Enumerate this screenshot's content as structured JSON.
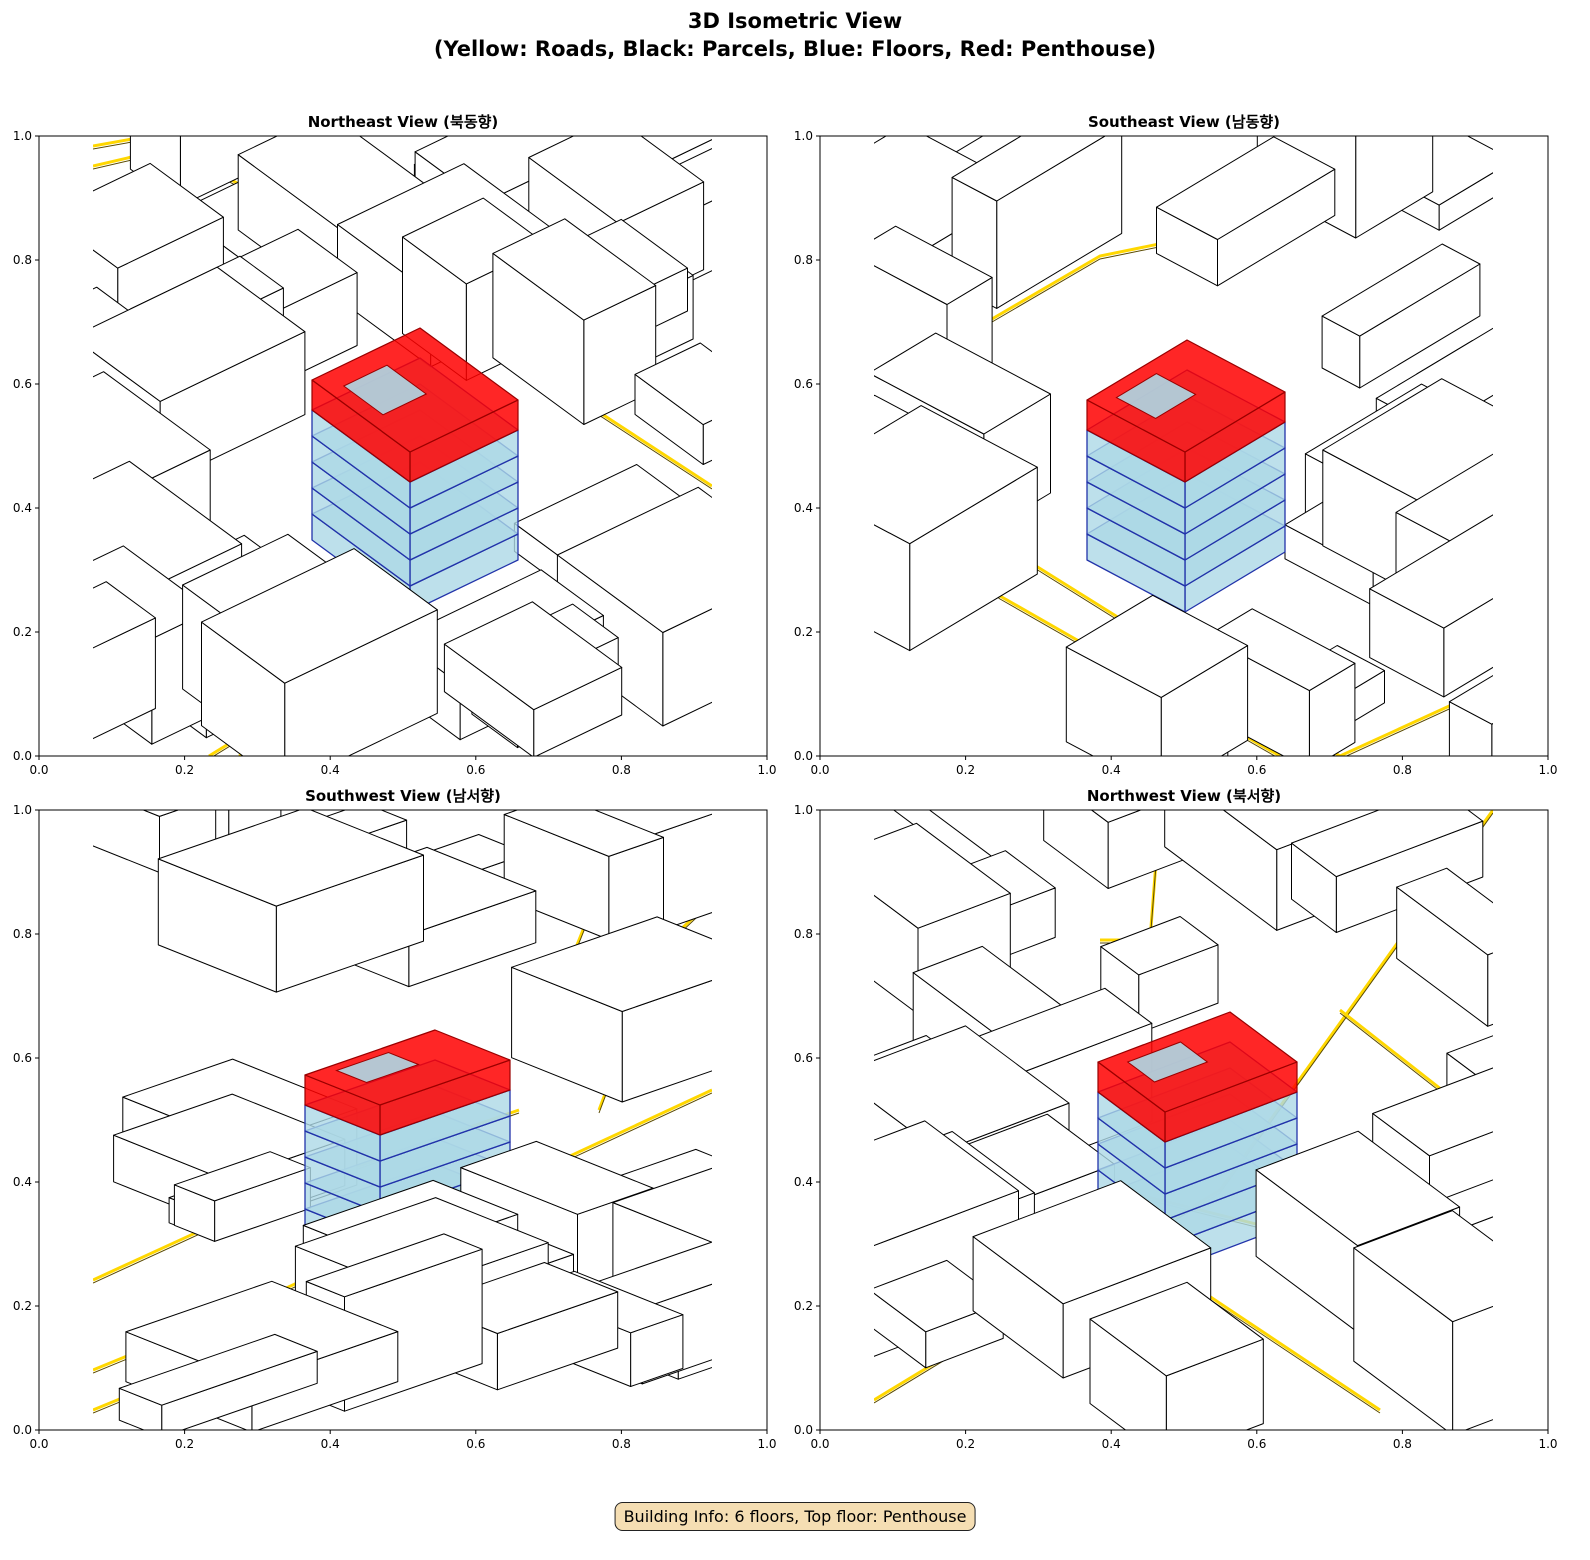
{
  "chart_data": {
    "type": "3d-isometric",
    "title": "3D Isometric View",
    "subtitle": "(Yellow: Roads, Black: Parcels, Blue: Floors, Red: Penthouse)",
    "legend": {
      "roads": "Yellow",
      "parcels": "Black",
      "floors": "Blue",
      "penthouse": "Red"
    },
    "colors": {
      "road": "#FFD700",
      "road_edge": "#5a4a00",
      "parcel": "#000000",
      "floor_fill": "#add8e6",
      "floor_edge": "#2233aa",
      "penthouse": "#ff0000"
    },
    "subplots": [
      {
        "title": "Northeast View (북동향)",
        "xlim": [
          0,
          1
        ],
        "ylim": [
          0,
          1
        ]
      },
      {
        "title": "Southeast View (남동향)",
        "xlim": [
          0,
          1
        ],
        "ylim": [
          0,
          1
        ]
      },
      {
        "title": "Southwest View (남서향)",
        "xlim": [
          0,
          1
        ],
        "ylim": [
          0,
          1
        ]
      },
      {
        "title": "Northwest View (북서향)",
        "xlim": [
          0,
          1
        ],
        "ylim": [
          0,
          1
        ]
      }
    ],
    "xticks": [
      "0.0",
      "0.2",
      "0.4",
      "0.6",
      "0.8",
      "1.0"
    ],
    "yticks": [
      "0.0",
      "0.2",
      "0.4",
      "0.6",
      "0.8",
      "1.0"
    ],
    "building": {
      "floors": 6,
      "blue_floors": 5,
      "top_floor": "Penthouse"
    }
  },
  "footer": {
    "info": "Building Info: 6 floors, Top floor: Penthouse"
  }
}
